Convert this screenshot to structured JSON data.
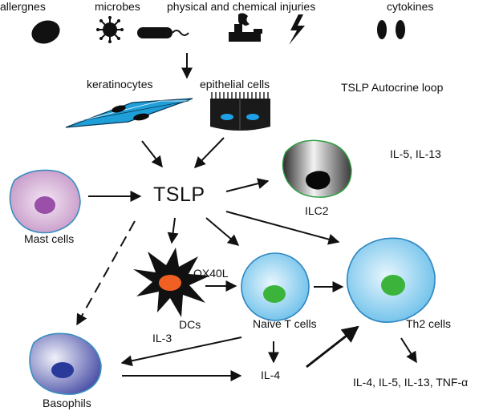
{
  "header": {
    "allergens": "allergnes",
    "microbes": "microbes",
    "injuries": "physical and chemical injuries",
    "cytokines": "cytokines"
  },
  "sources": {
    "keratinocytes": "keratinocytes",
    "epithelial_cells": "epithelial cells",
    "autocrine_loop": "TSLP Autocrine loop"
  },
  "center": {
    "tslp": "TSLP"
  },
  "cells": {
    "mast": "Mast cells",
    "ilc2": "ILC2",
    "dcs": "DCs",
    "naive_t": "Naive T cells",
    "th2": "Th2 cells",
    "basophils": "Basophils"
  },
  "signals": {
    "il5_il13": "IL-5, IL-13",
    "ox40l": "OX40L",
    "il3": "IL-3",
    "il4": "IL-4",
    "th2_output": "IL-4, IL-5, IL-13, TNF-α"
  },
  "colors": {
    "mast_cell": "#d9b8da",
    "mast_nucleus": "#9a4fa8",
    "keratinocyte": "#1e9fd8",
    "epithelial_nucleus": "#1ea0e6",
    "dc_nucleus": "#f06022",
    "t_cell": "#bfe3f6",
    "t_nucleus": "#3cb43c",
    "basophil": "#8086c4",
    "basophil_nucleus": "#2a3a9a"
  }
}
